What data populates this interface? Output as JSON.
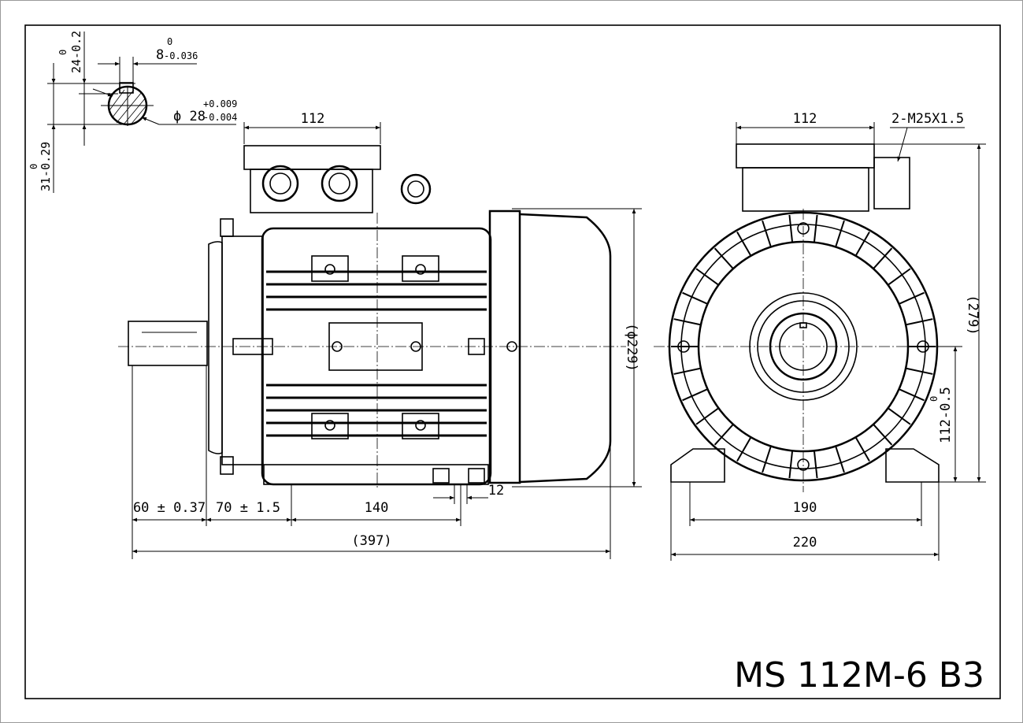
{
  "title": "MS 112M-6 B3",
  "shaft_detail": {
    "key_width": "8",
    "key_width_upper": "0",
    "key_width_lower": "-0.036",
    "shaft_diameter": "ϕ 28",
    "shaft_diameter_upper": "+0.009",
    "shaft_diameter_lower": "-0.004",
    "key_depth": "24-0.2",
    "key_depth_upper": "0",
    "key_height": "31-0.29",
    "key_height_upper": "0"
  },
  "side_view": {
    "terminal_box_width": "112",
    "diameter": "(ϕ229)",
    "shaft_length": "60 ± 0.37",
    "shoulder_to_foot": "70 ± 1.5",
    "foot_spacing": "140",
    "foot_hole": "12",
    "overall_length": "(397)"
  },
  "front_view": {
    "terminal_box_width": "112",
    "cable_gland": "2-M25X1.5",
    "overall_height": "(279)",
    "shaft_height": "112-0.5",
    "shaft_height_upper": "0",
    "foot_spacing": "190",
    "foot_width": "220"
  }
}
